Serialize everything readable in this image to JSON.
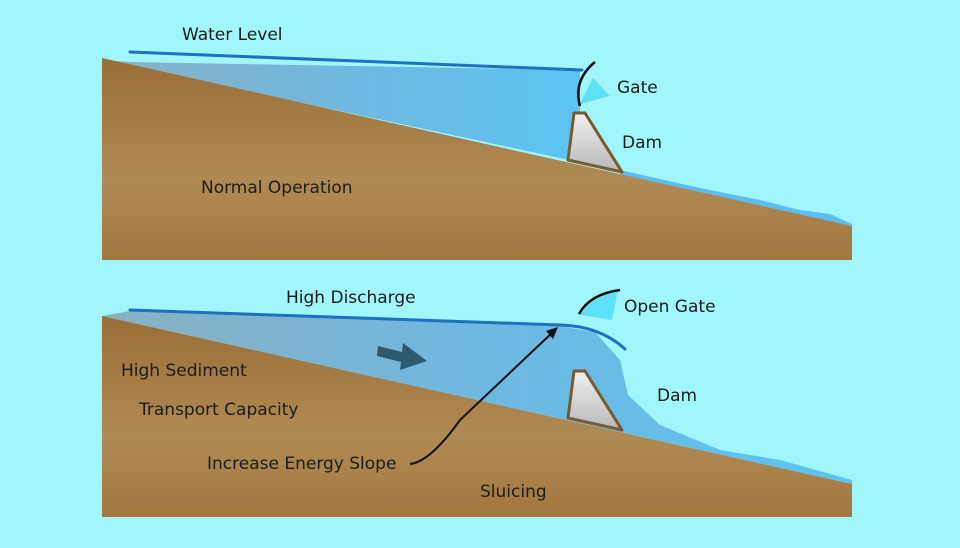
{
  "panels": {
    "top": {
      "title": "Normal Operation",
      "water_level_label": "Water Level",
      "gate_label": "Gate",
      "dam_label": "Dam"
    },
    "bottom": {
      "title": "Sluicing",
      "discharge_label": "High Discharge",
      "gate_label": "Open Gate",
      "dam_label": "Dam",
      "sediment_label_line1": "High Sediment",
      "sediment_label_line2": "Transport Capacity",
      "energy_label": "Increase Energy Slope"
    }
  },
  "colors": {
    "background": "#a0f6fb",
    "water": "#5ec4f0",
    "water_line": "#1f6fc2",
    "ground": "#a97d45",
    "dam": "#d6d6d6",
    "gate": "#5ee0f7",
    "arrow": "#2c5a6e"
  }
}
